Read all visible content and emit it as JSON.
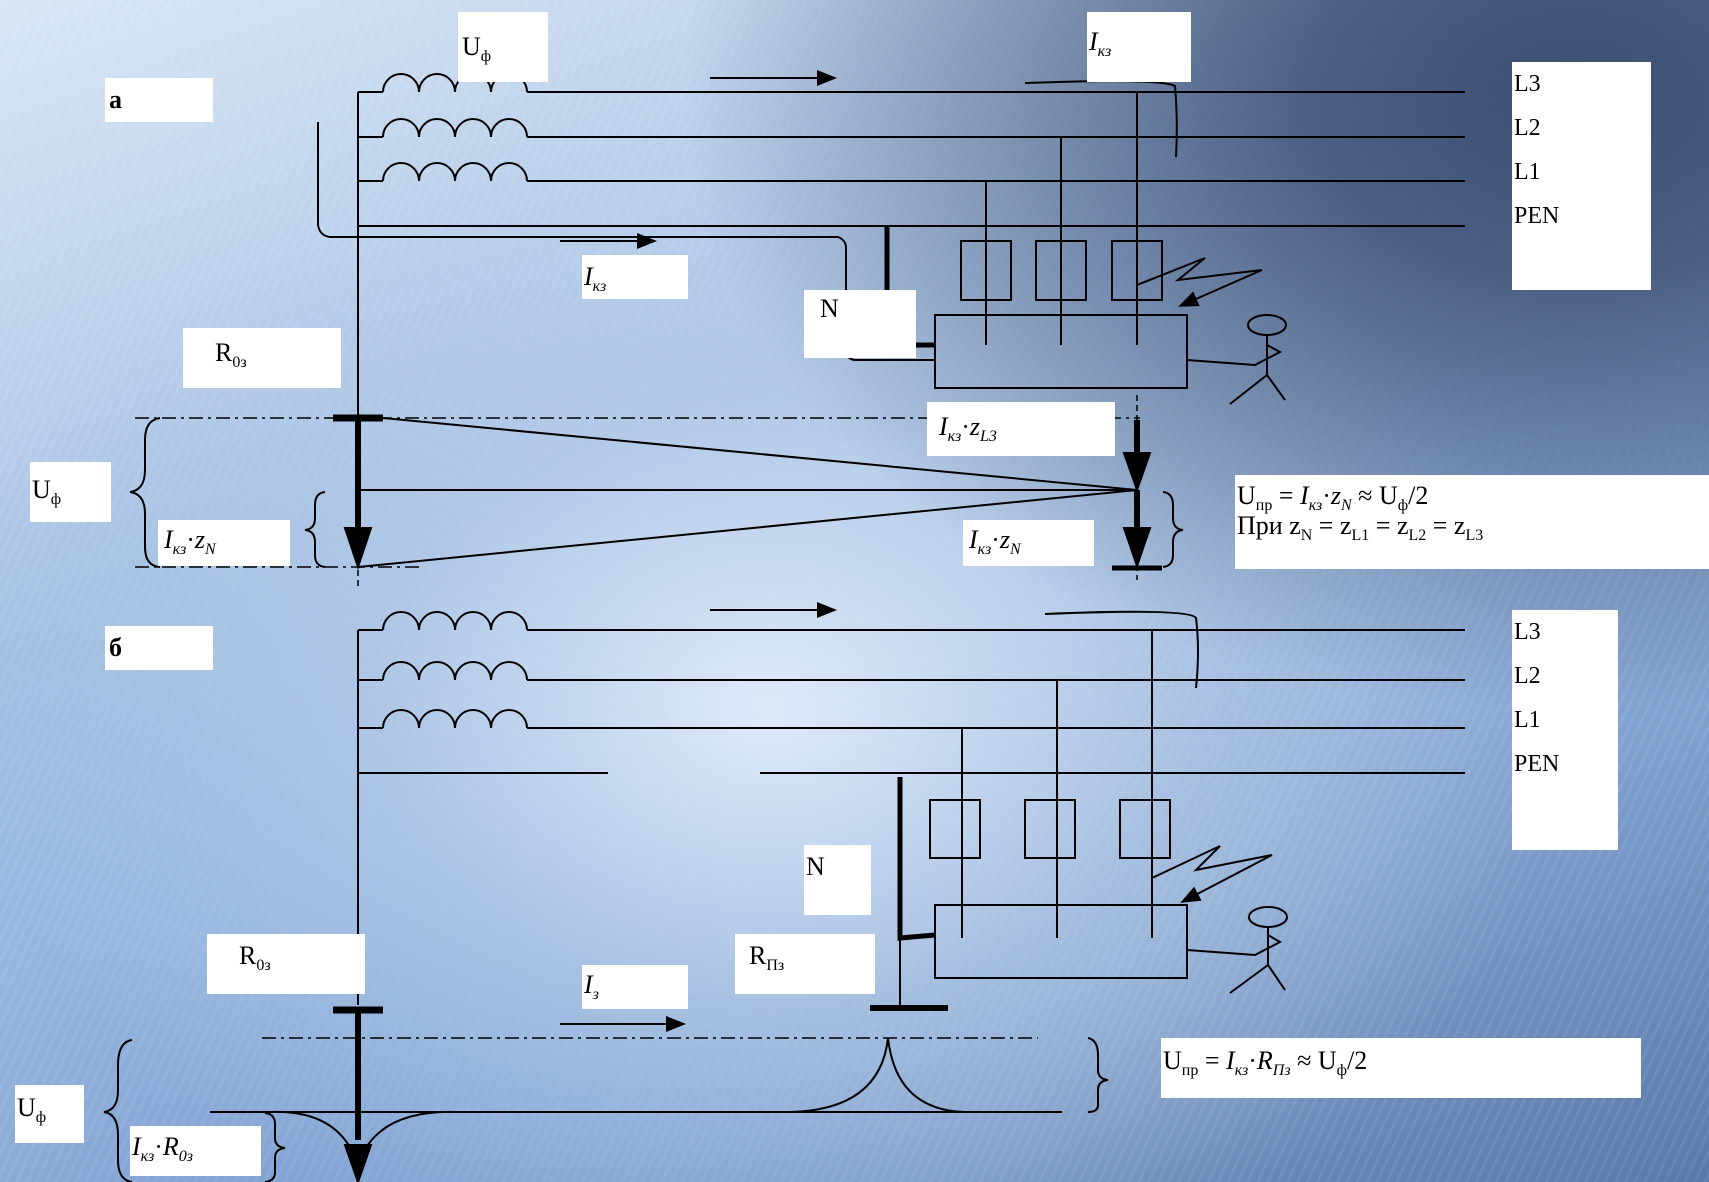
{
  "background": {
    "accent": "#3a4e72",
    "base": "#9ab8e0"
  },
  "panel_a": {
    "label": "а",
    "phases": [
      "L3",
      "L2",
      "L1",
      "PEN"
    ],
    "uf_top": {
      "base": "U",
      "sub": "ф"
    },
    "ikz_top": {
      "base": "I",
      "sub": "кз"
    },
    "ikz_return": {
      "base": "I",
      "sub": "кз"
    },
    "n_label": "N",
    "r0z": {
      "base": "R",
      "sub": "0з"
    },
    "uf_side": {
      "base": "U",
      "sub": "ф"
    },
    "drop_zl3": {
      "i": "I",
      "isub": "кз",
      "dot": "·",
      "z": "z",
      "zsub": "L3"
    },
    "drop_zn_left": {
      "i": "I",
      "isub": "кз",
      "dot": "·",
      "z": "z",
      "zsub": "N"
    },
    "drop_zn_right": {
      "i": "I",
      "isub": "кз",
      "dot": "·",
      "z": "z",
      "zsub": "N"
    },
    "formula": {
      "u": "U",
      "usub": "пр",
      "eq1": " = ",
      "i": "I",
      "isub": "кз",
      "dot": "·",
      "z": "z",
      "zsub": "N",
      "approx": " ≈ U",
      "fsub": "ф",
      "tail": "/2",
      "line2_pre": "При z",
      "n": "N",
      "eq2": " = z",
      "l1": "L1",
      "eq3": " = z",
      "l2": "L2",
      "eq4": " = z",
      "l3": "L3"
    }
  },
  "panel_b": {
    "label": "б",
    "phases": [
      "L3",
      "L2",
      "L1",
      "PEN"
    ],
    "n_label": "N",
    "r0z": {
      "base": "R",
      "sub": "0з"
    },
    "rpz": {
      "base": "R",
      "sub": "Пз"
    },
    "iz": {
      "base": "I",
      "sub": "з"
    },
    "uf_side": {
      "base": "U",
      "sub": "ф"
    },
    "drop_r0z": {
      "i": "I",
      "isub": "кз",
      "dot": "·",
      "r": "R",
      "rsub": "0з"
    },
    "formula": {
      "u": "U",
      "usub": "пр",
      "eq1": " = ",
      "i": "I",
      "isub": "кз",
      "dot": "·",
      "r": "R",
      "rsub": "Пз",
      "approx": " ≈ U",
      "fsub": "ф",
      "tail": "/2"
    }
  }
}
